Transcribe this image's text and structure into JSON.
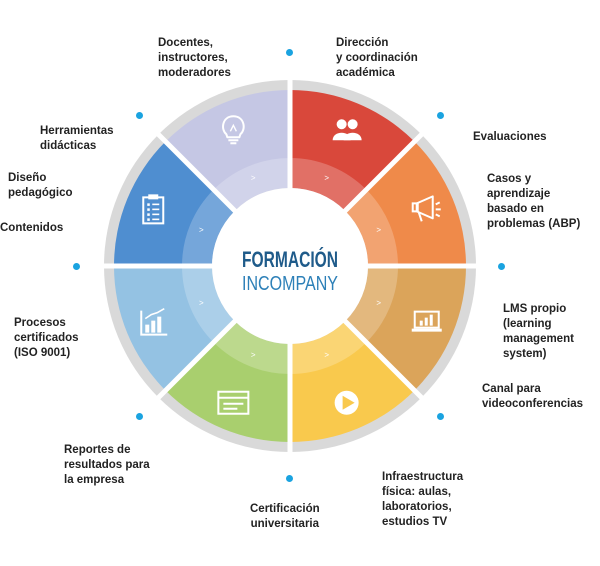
{
  "center": {
    "title": "FORMACIÓN",
    "subtitle": "INCOMPANY",
    "title_color": "#1f5b8a",
    "subtitle_color": "#2d80b8"
  },
  "colors": {
    "ring": "#d9d9d9",
    "divider": "#ffffff",
    "dot": "#1aa3e0"
  },
  "segments": [
    {
      "color": "#d9483b",
      "icon": "people-icon"
    },
    {
      "color": "#ef8a4a",
      "icon": "megaphone-icon"
    },
    {
      "color": "#dba45a",
      "icon": "laptop-chart-icon"
    },
    {
      "color": "#f9c94d",
      "icon": "play-icon"
    },
    {
      "color": "#a9cf6e",
      "icon": "browser-window-icon"
    },
    {
      "color": "#94c2e3",
      "icon": "bar-chart-icon"
    },
    {
      "color": "#4f8ed0",
      "icon": "clipboard-icon"
    },
    {
      "color": "#c5c7e4",
      "icon": "lightbulb-icon"
    }
  ],
  "labels": [
    {
      "text": "Docentes,\ninstructores,\nmoderadores"
    },
    {
      "text": "Dirección\ny coordinación\nacadémica"
    },
    {
      "text": "Evaluaciones"
    },
    {
      "text": "Casos y\naprendizaje\nbasado en\nproblemas (ABP)"
    },
    {
      "text": "LMS propio\n(learning\nmanagement\nsystem)"
    },
    {
      "text": "Canal para\nvideoconferencias"
    },
    {
      "text": "Infraestructura\nfísica: aulas,\nlaboratorios,\nestudios TV"
    },
    {
      "text": "Certificación\nuniversitaria"
    },
    {
      "text": "Reportes de\nresultados para\nla empresa"
    },
    {
      "text": "Procesos\ncertificados\n(ISO 9001)"
    },
    {
      "text": "Contenidos"
    },
    {
      "text": "Diseño\npedagógico"
    },
    {
      "text": "Herramientas\ndidácticas"
    }
  ],
  "arrow_glyph": ">"
}
